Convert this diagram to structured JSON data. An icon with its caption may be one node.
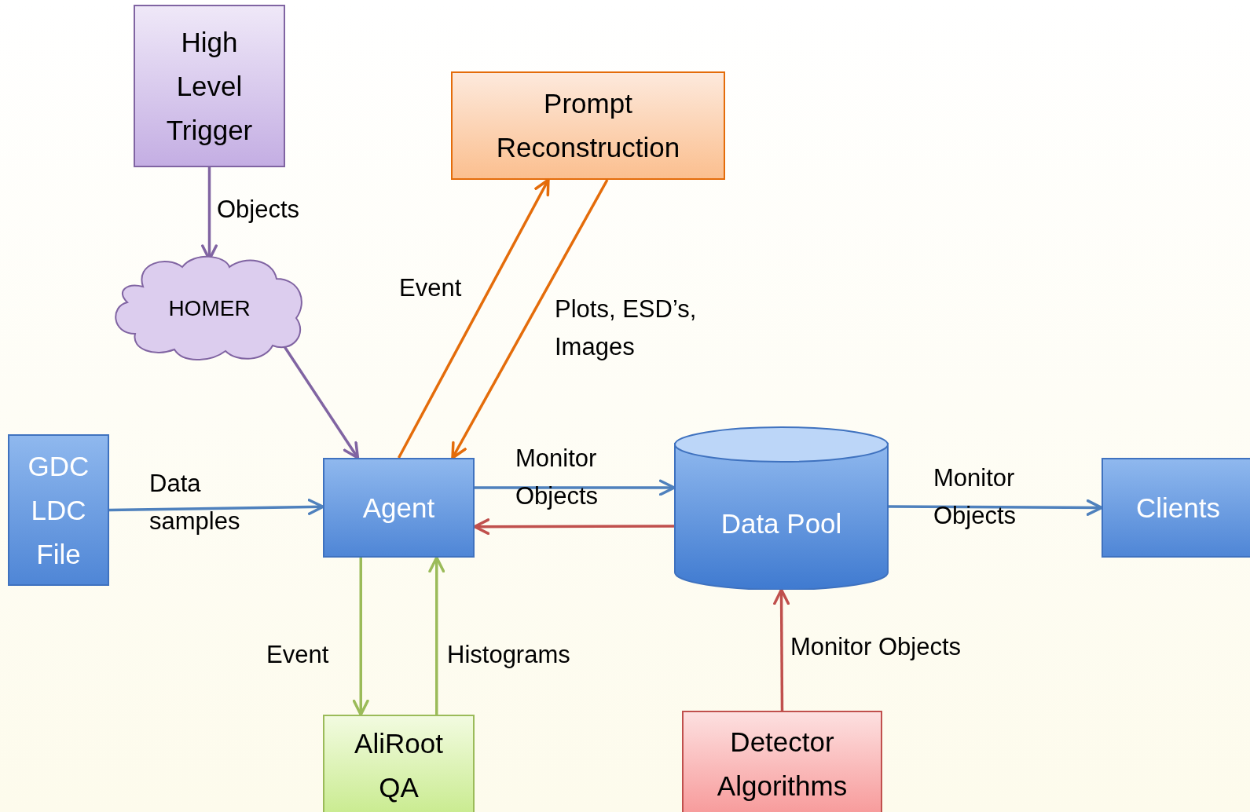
{
  "diagram": {
    "nodes": [
      {
        "text": [
          "High Level Trigger"
        ]
      },
      {
        "text": [
          "HOMER"
        ]
      },
      {
        "text": [
          "Prompt Reconstruction"
        ]
      },
      {
        "text": [
          "GDC LDC File"
        ]
      },
      {
        "text": [
          "Agent"
        ]
      },
      {
        "text": [
          "Data Pool"
        ]
      },
      {
        "text": [
          "Clients"
        ]
      },
      {
        "text": [
          "AliRoot QA"
        ]
      },
      {
        "text": [
          "Detector Algorithms"
        ]
      }
    ],
    "edges": [
      {
        "from": 0,
        "to": 1,
        "arrow": "to",
        "label": "Objects",
        "color": "#8064a2"
      },
      {
        "from": 1,
        "to": 4,
        "arrow": "to",
        "color": "#8064a2"
      },
      {
        "from": 4,
        "to": 2,
        "arrow": "to",
        "label": "Event",
        "color": "#e46c0a"
      },
      {
        "from": 2,
        "to": 4,
        "arrow": "to",
        "label": "Plots, ESD’s, Images",
        "color": "#e46c0a"
      },
      {
        "from": 3,
        "to": 4,
        "arrow": "to",
        "label": "Data samples"
      },
      {
        "from": 4,
        "to": 5,
        "arrow": "to",
        "label": "Monitor Objects"
      },
      {
        "from": 5,
        "to": 4,
        "arrow": "to",
        "color": "#c0504d"
      },
      {
        "from": 5,
        "to": 6,
        "arrow": "to",
        "label": "Monitor Objects"
      },
      {
        "from": 4,
        "to": 7,
        "arrow": "to",
        "label": "Event",
        "color": "#9bbb59"
      },
      {
        "from": 7,
        "to": 4,
        "arrow": "to",
        "label": "Histograms",
        "color": "#9bbb59"
      },
      {
        "from": 8,
        "to": 5,
        "arrow": "to",
        "label": "Monitor Objects",
        "color": "#c0504d"
      }
    ]
  }
}
